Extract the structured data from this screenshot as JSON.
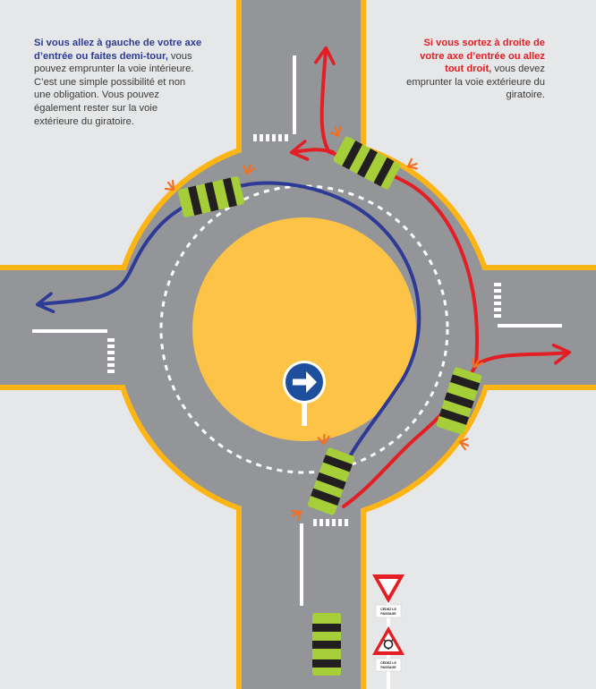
{
  "left_caption": {
    "highlight": "Si vous allez à gauche de votre axe d’entrée ou faites demi-tour,",
    "body": " vous pouvez emprunter la voie intérieure. C’est une simple possibilité et non une obligation. Vous pouvez également rester sur la voie extérieure du giratoire."
  },
  "right_caption": {
    "highlight": "Si vous sortez à droite de votre axe d’entrée ou allez tout droit,",
    "body": " vous devez emprunter la voie extérieure du giratoire."
  },
  "signs": {
    "yield_line1": "CÉDEZ LE",
    "yield_line2": "PASSAGE",
    "roundabout_line1": "CÉDEZ LE",
    "roundabout_line2": "PASSAGE"
  },
  "colors": {
    "background": "#e6e7e8",
    "road": "#939598",
    "road_edge": "#fdb515",
    "central_island": "#fcc346",
    "inner_lane_path": "#2e3b96",
    "outer_lane_path": "#e31e24",
    "car_body": "#a6ce39",
    "mandatory_sign": "#1d4f9c"
  },
  "icons": {
    "mandatory_direction_sign": "arrow-right-icon",
    "yield_sign": "inverted-triangle-icon",
    "roundabout_sign": "roundabout-triangle-icon"
  }
}
